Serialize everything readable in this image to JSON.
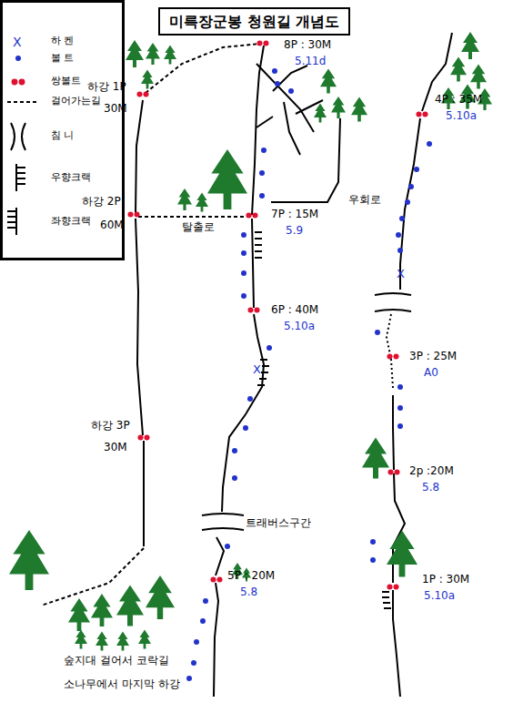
{
  "diagram": {
    "title": "미륵장군봉 청원길 개념도",
    "labels": [
      "하강 1P",
      "30M",
      "하강 2P",
      "60M",
      "하강 3P",
      "30M",
      "8P : 30M",
      "5.11d",
      "7P : 15M",
      "5.9",
      "탈출로",
      "우회로",
      "6P : 40M",
      "5.10a",
      "트래버스구간",
      "5P : 20M",
      "5.8",
      "4P : 35M",
      "5.10a",
      "3P : 25M",
      "A0",
      "2p :20M",
      "5.8",
      "1P : 30M",
      "5.10a",
      "숲지대 걸어서 코락길",
      "소나무에서 마지막 하강"
    ],
    "legend": [
      {
        "text": "하 켄"
      },
      {
        "text": "볼 트"
      },
      {
        "text": "쌍볼트"
      },
      {
        "text": "걸어가는길"
      },
      {
        "text": "침 니"
      },
      {
        "text": "우향크랙"
      },
      {
        "text": "좌향크랙"
      }
    ]
  }
}
